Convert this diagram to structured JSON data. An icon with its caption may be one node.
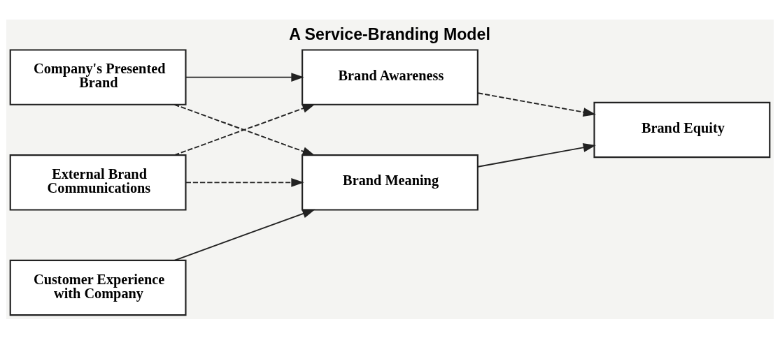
{
  "diagram": {
    "title": "A Service-Branding Model",
    "nodes": [
      {
        "text": [
          "Company's Presented Brand"
        ]
      },
      {
        "text": [
          "External Brand Communications"
        ]
      },
      {
        "text": [
          "Customer Experience with Company"
        ]
      },
      {
        "text": [
          "Brand Awareness"
        ]
      },
      {
        "text": [
          "Brand Meaning"
        ]
      },
      {
        "text": [
          "Brand Equity"
        ]
      }
    ],
    "edges": [
      {
        "from": 0,
        "to": 3,
        "arrow": "to"
      },
      {
        "from": 0,
        "to": 4,
        "arrow": "to",
        "style": "dashed"
      },
      {
        "from": 1,
        "to": 3,
        "arrow": "to",
        "style": "dashed"
      },
      {
        "from": 1,
        "to": 4,
        "arrow": "to",
        "style": "dashed"
      },
      {
        "from": 2,
        "to": 4,
        "arrow": "to"
      },
      {
        "from": 3,
        "to": 5,
        "arrow": "to",
        "style": "dashed"
      },
      {
        "from": 4,
        "to": 5,
        "arrow": "to"
      }
    ]
  }
}
